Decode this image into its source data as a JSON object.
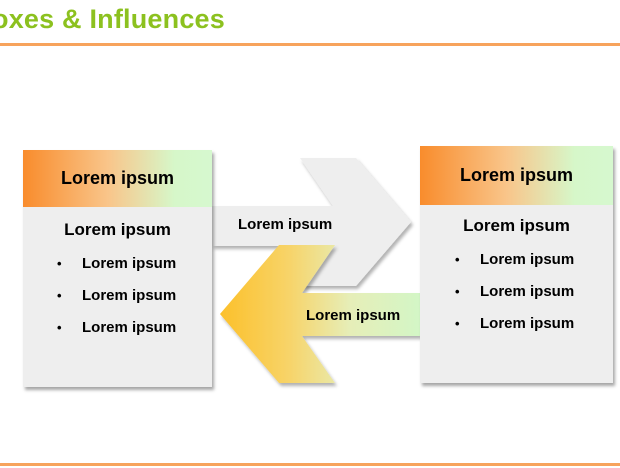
{
  "slide": {
    "title": "oxes & Influences"
  },
  "left_box": {
    "header": "Lorem ipsum",
    "subheading": "Lorem ipsum",
    "bullets": [
      "Lorem ipsum",
      "Lorem ipsum",
      "Lorem ipsum"
    ]
  },
  "right_box": {
    "header": "Lorem ipsum",
    "subheading": "Lorem ipsum",
    "bullets": [
      "Lorem ipsum",
      "Lorem ipsum",
      "Lorem ipsum"
    ]
  },
  "arrows": {
    "to_right": {
      "label": "Lorem ipsum"
    },
    "to_left": {
      "label": "Lorem ipsum"
    }
  },
  "bullet_glyph": "•",
  "colors": {
    "title": "#8cc11f",
    "rule": "#f7a35c",
    "box_fill": "#eeeeee",
    "header_start": "#f98c2c",
    "header_end": "#d6f8cf",
    "arrow_grey": "#eeeeee",
    "arrow_yellow": "#fcc32b",
    "arrow_green": "#d3f6c6"
  }
}
